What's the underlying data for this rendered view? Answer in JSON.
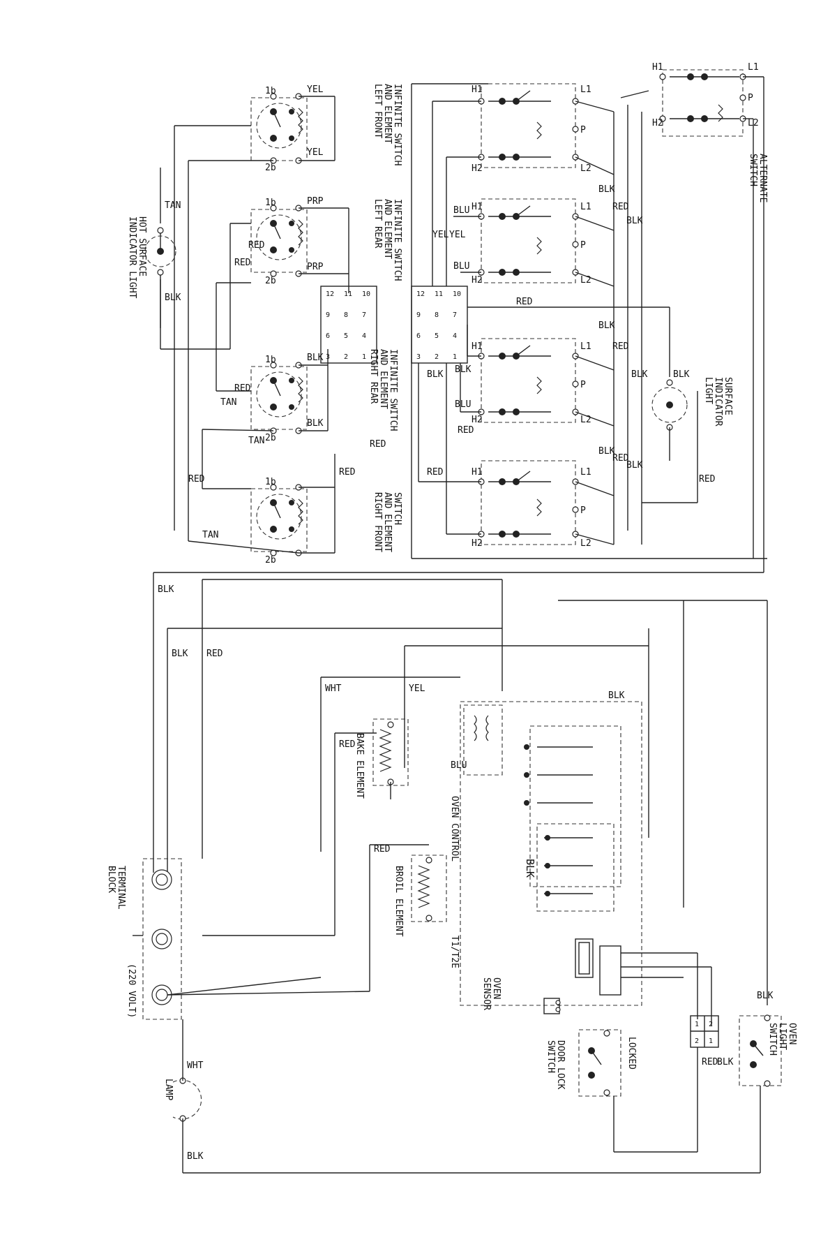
{
  "switches": {
    "left_front": [
      "INFINITE SWITCH",
      "AND ELEMENT",
      "LEFT FRONT"
    ],
    "left_rear": [
      "INFINITE SWITCH",
      "AND ELEMENT",
      "LEFT REAR"
    ],
    "right_rear": [
      "INFINITE SWITCH",
      "AND ELEMENT",
      "RIGHT REAR"
    ],
    "right_front": [
      "SWITCH",
      "AND ELEMENT",
      "RIGHT FRONT"
    ],
    "term_1b": "1b",
    "term_2b": "2b",
    "term_p": "P",
    "term_h1": "H1",
    "term_h2": "H2",
    "term_l1": "L1",
    "term_l2": "L2",
    "term_p_lower": "P",
    "h1_alt": "H1",
    "h2_alt": "H2",
    "l1_alt": "L1",
    "l2_alt": "L2"
  },
  "labels": {
    "hot_surface": [
      "HOT SURFACE",
      "INDICATOR LIGHT"
    ],
    "surface_indicator": [
      "SURFACE",
      "INDICATOR",
      "LIGHT"
    ],
    "alternate_switch": [
      "ALTERNATE",
      "SWITCH"
    ],
    "bake_element": "BAKE ELEMENT",
    "broil_element": "BROIL ELEMENT",
    "oven_control": "OVEN CONTROL",
    "oven_control_code": "T1/T2E",
    "terminal_block": [
      "TERMINAL",
      "BLOCK"
    ],
    "voltage": "(220 VOLT)",
    "lamp": "LAMP",
    "oven_sensor": [
      "OVEN",
      "SENSOR"
    ],
    "door_lock_switch": [
      "DOOR LOCK",
      "SWITCH"
    ],
    "locked": "LOCKED",
    "oven_light_switch": [
      "OVEN",
      "LIGHT",
      "SWITCH"
    ],
    "relay_blk": "BLK"
  },
  "wires": {
    "yel": "YEL",
    "prp": "PRP",
    "blk": "BLK",
    "red": "RED",
    "tan": "TAN",
    "blu": "BLU",
    "wht": "WHT"
  },
  "connector_pins": [
    "12",
    "11",
    "10",
    "9",
    "8",
    "7",
    "6",
    "5",
    "4",
    "3",
    "2",
    "1"
  ],
  "small_connector": [
    "1",
    "2"
  ]
}
